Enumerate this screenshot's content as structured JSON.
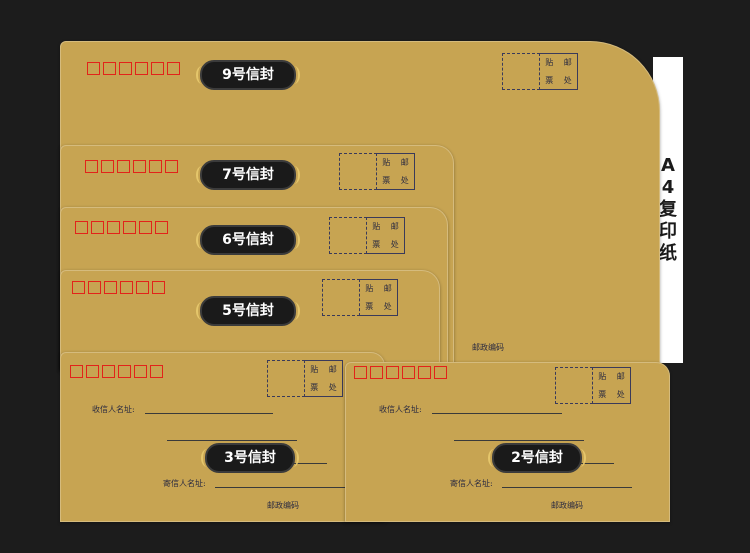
{
  "side_label": [
    "A",
    "4",
    "复",
    "印",
    "纸"
  ],
  "stamp_text": [
    "贴",
    "邮",
    "票",
    "处"
  ],
  "envelopes": {
    "e9": {
      "label": "9号信封"
    },
    "e7": {
      "label": "7号信封"
    },
    "e6": {
      "label": "6号信封"
    },
    "e5": {
      "label": "5号信封"
    },
    "e3": {
      "label": "3号信封",
      "recipient": "收信人名址:",
      "sender": "寄信人名址:",
      "postcode": "邮政编码"
    },
    "e2": {
      "label": "2号信封",
      "recipient": "收信人名址:",
      "sender": "寄信人名址:",
      "postcode": "邮政编码"
    }
  },
  "postcode_big": "邮政编码",
  "colors": {
    "kraft": "#c7a452",
    "code_red": "#e2231a",
    "pill": "#1a1a1a",
    "background": "#1c1c1c"
  }
}
